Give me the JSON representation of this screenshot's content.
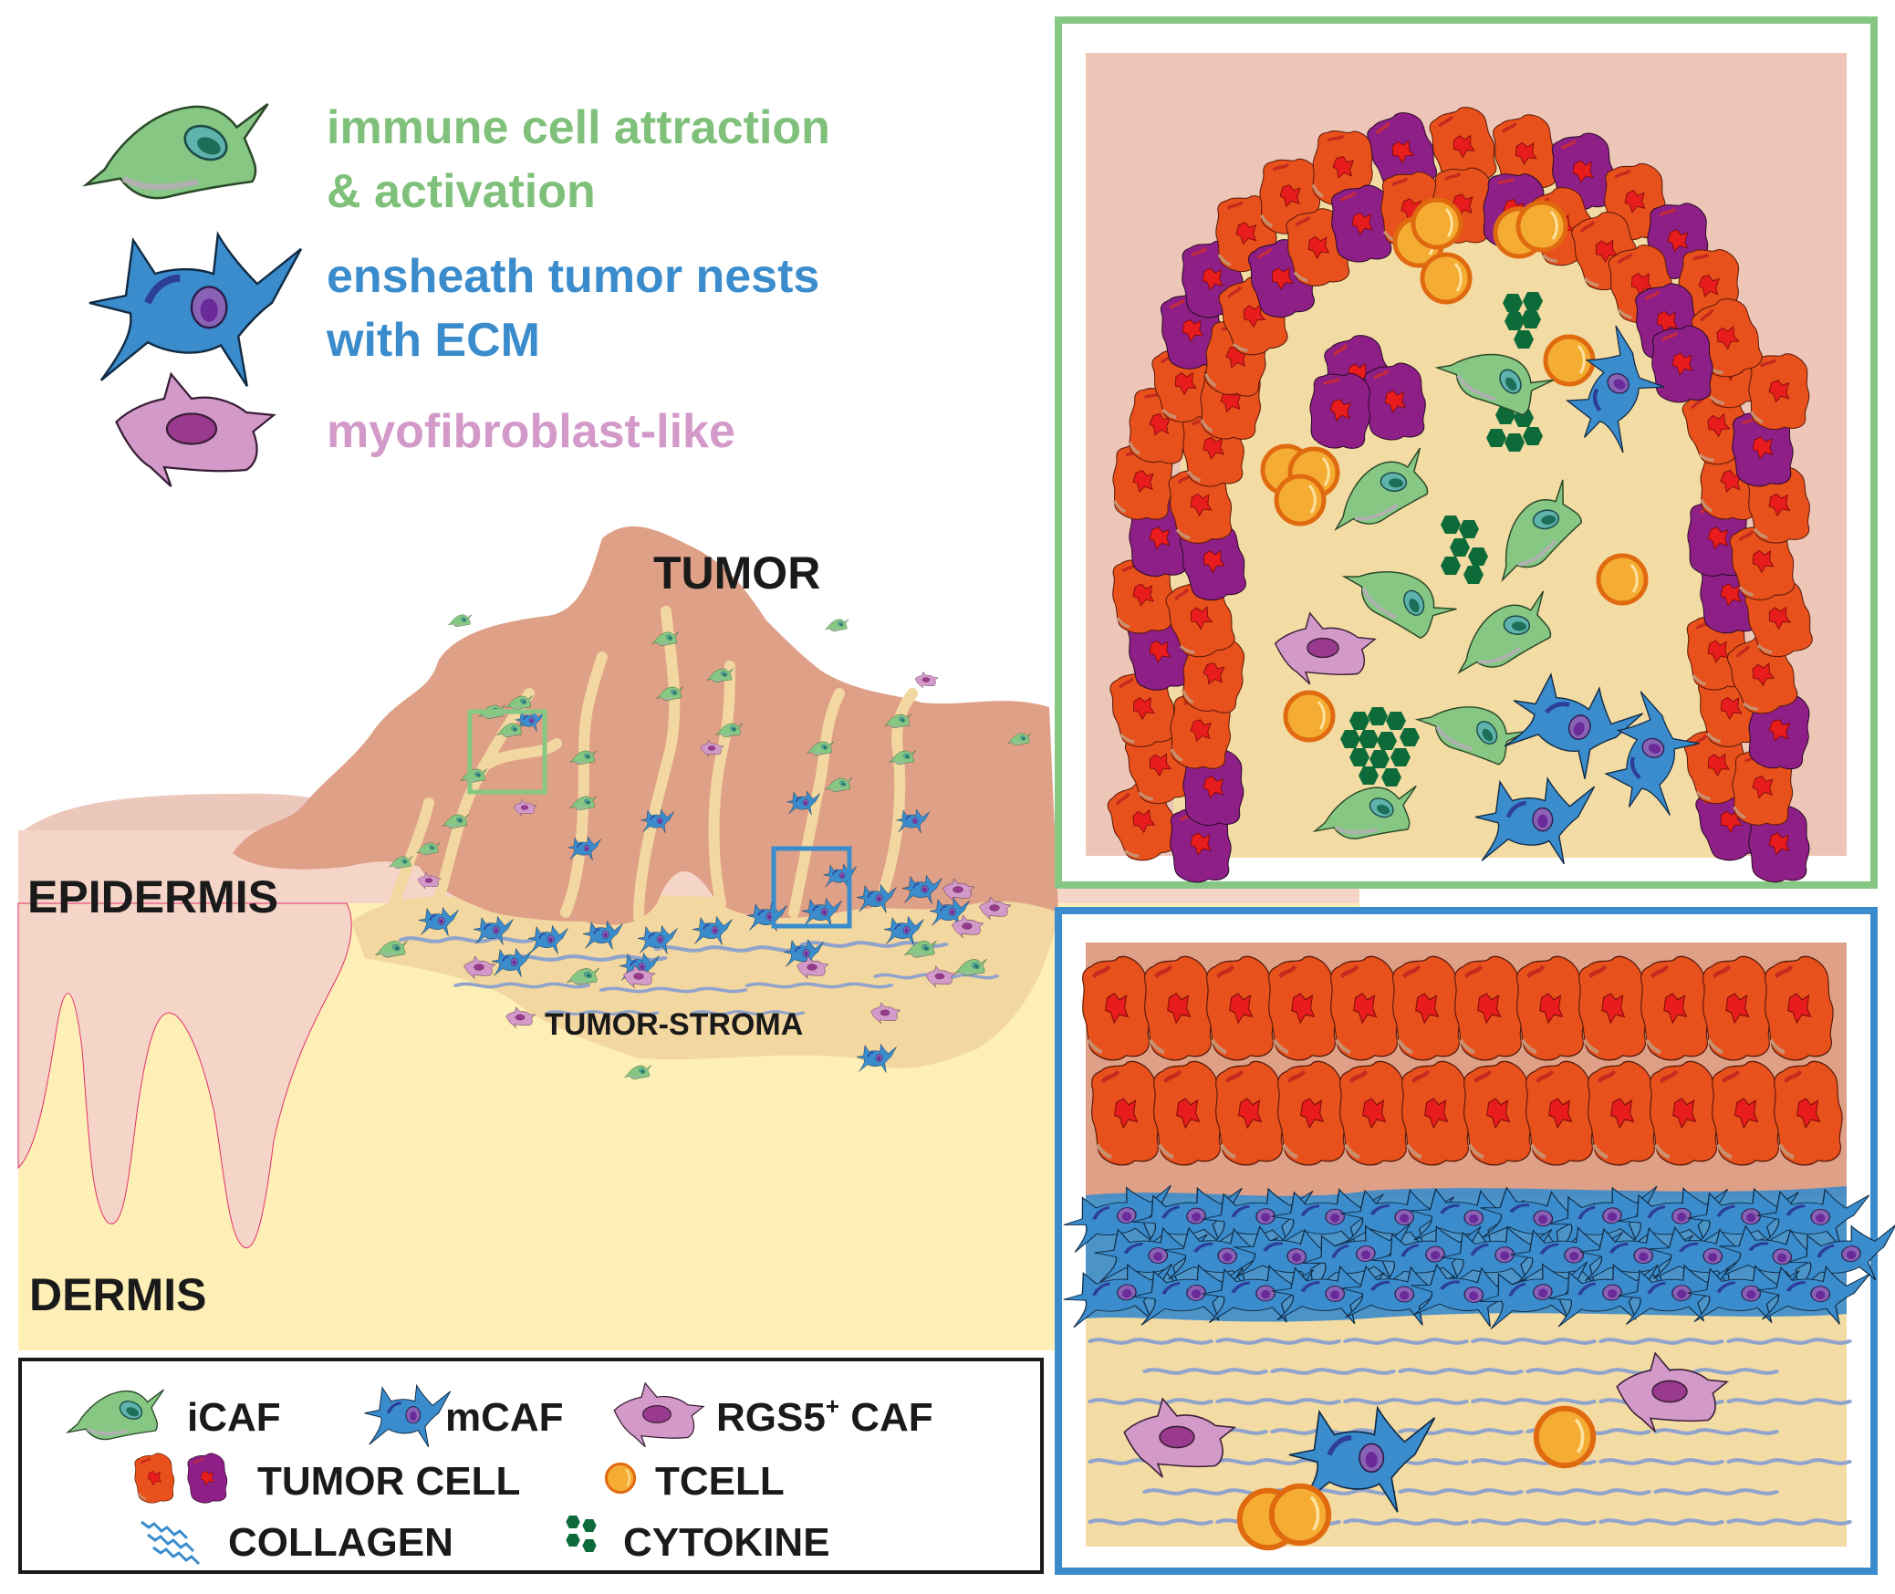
{
  "functions": [
    {
      "cell": "iCAF",
      "lines": [
        "immune cell attraction",
        "& activation"
      ],
      "color": "#7fc07a"
    },
    {
      "cell": "mCAF",
      "lines": [
        "ensheath tumor nests",
        "with ECM"
      ],
      "color": "#3a8ccc"
    },
    {
      "cell": "RGS5+ CAF",
      "lines": [
        "myofibroblast-like"
      ],
      "color": "#d39ac9"
    }
  ],
  "tissue_labels": {
    "tumor": "TUMOR",
    "epidermis": "EPIDERMIS",
    "dermis": "DERMIS",
    "stroma": "TUMOR-STROMA"
  },
  "insets": [
    {
      "name": "tumor-nest-icaf-inset",
      "border_color": "#7fc07a"
    },
    {
      "name": "stroma-mcaf-inset",
      "border_color": "#3a8ccc"
    }
  ],
  "legend": {
    "items": [
      {
        "label": "iCAF",
        "icon": "icaf-cell-icon"
      },
      {
        "label": "mCAF",
        "icon": "mcaf-cell-icon"
      },
      {
        "label": "RGS5",
        "superscript": "+",
        "suffix": " CAF",
        "icon": "rgs5-caf-cell-icon"
      },
      {
        "label": "TUMOR CELL",
        "icon": "tumor-cell-icon"
      },
      {
        "label": "TCELL",
        "icon": "tcell-icon"
      },
      {
        "label": "COLLAGEN",
        "icon": "collagen-icon"
      },
      {
        "label": "CYTOKINE",
        "icon": "cytokine-icon"
      }
    ]
  },
  "colors": {
    "icaf": "#86c784",
    "mcaf": "#3a8ccc",
    "rgs5": "#d39ac9",
    "tumor_orange": "#e8501c",
    "tumor_purple": "#8e1f86",
    "tcell": "#f5ac33",
    "cytokine": "#0d6b3a",
    "tumor_tissue": "#dfa088",
    "epidermis": "#f6d5c9",
    "dermis": "#fdefb5",
    "stroma": "#f3d7a0"
  }
}
